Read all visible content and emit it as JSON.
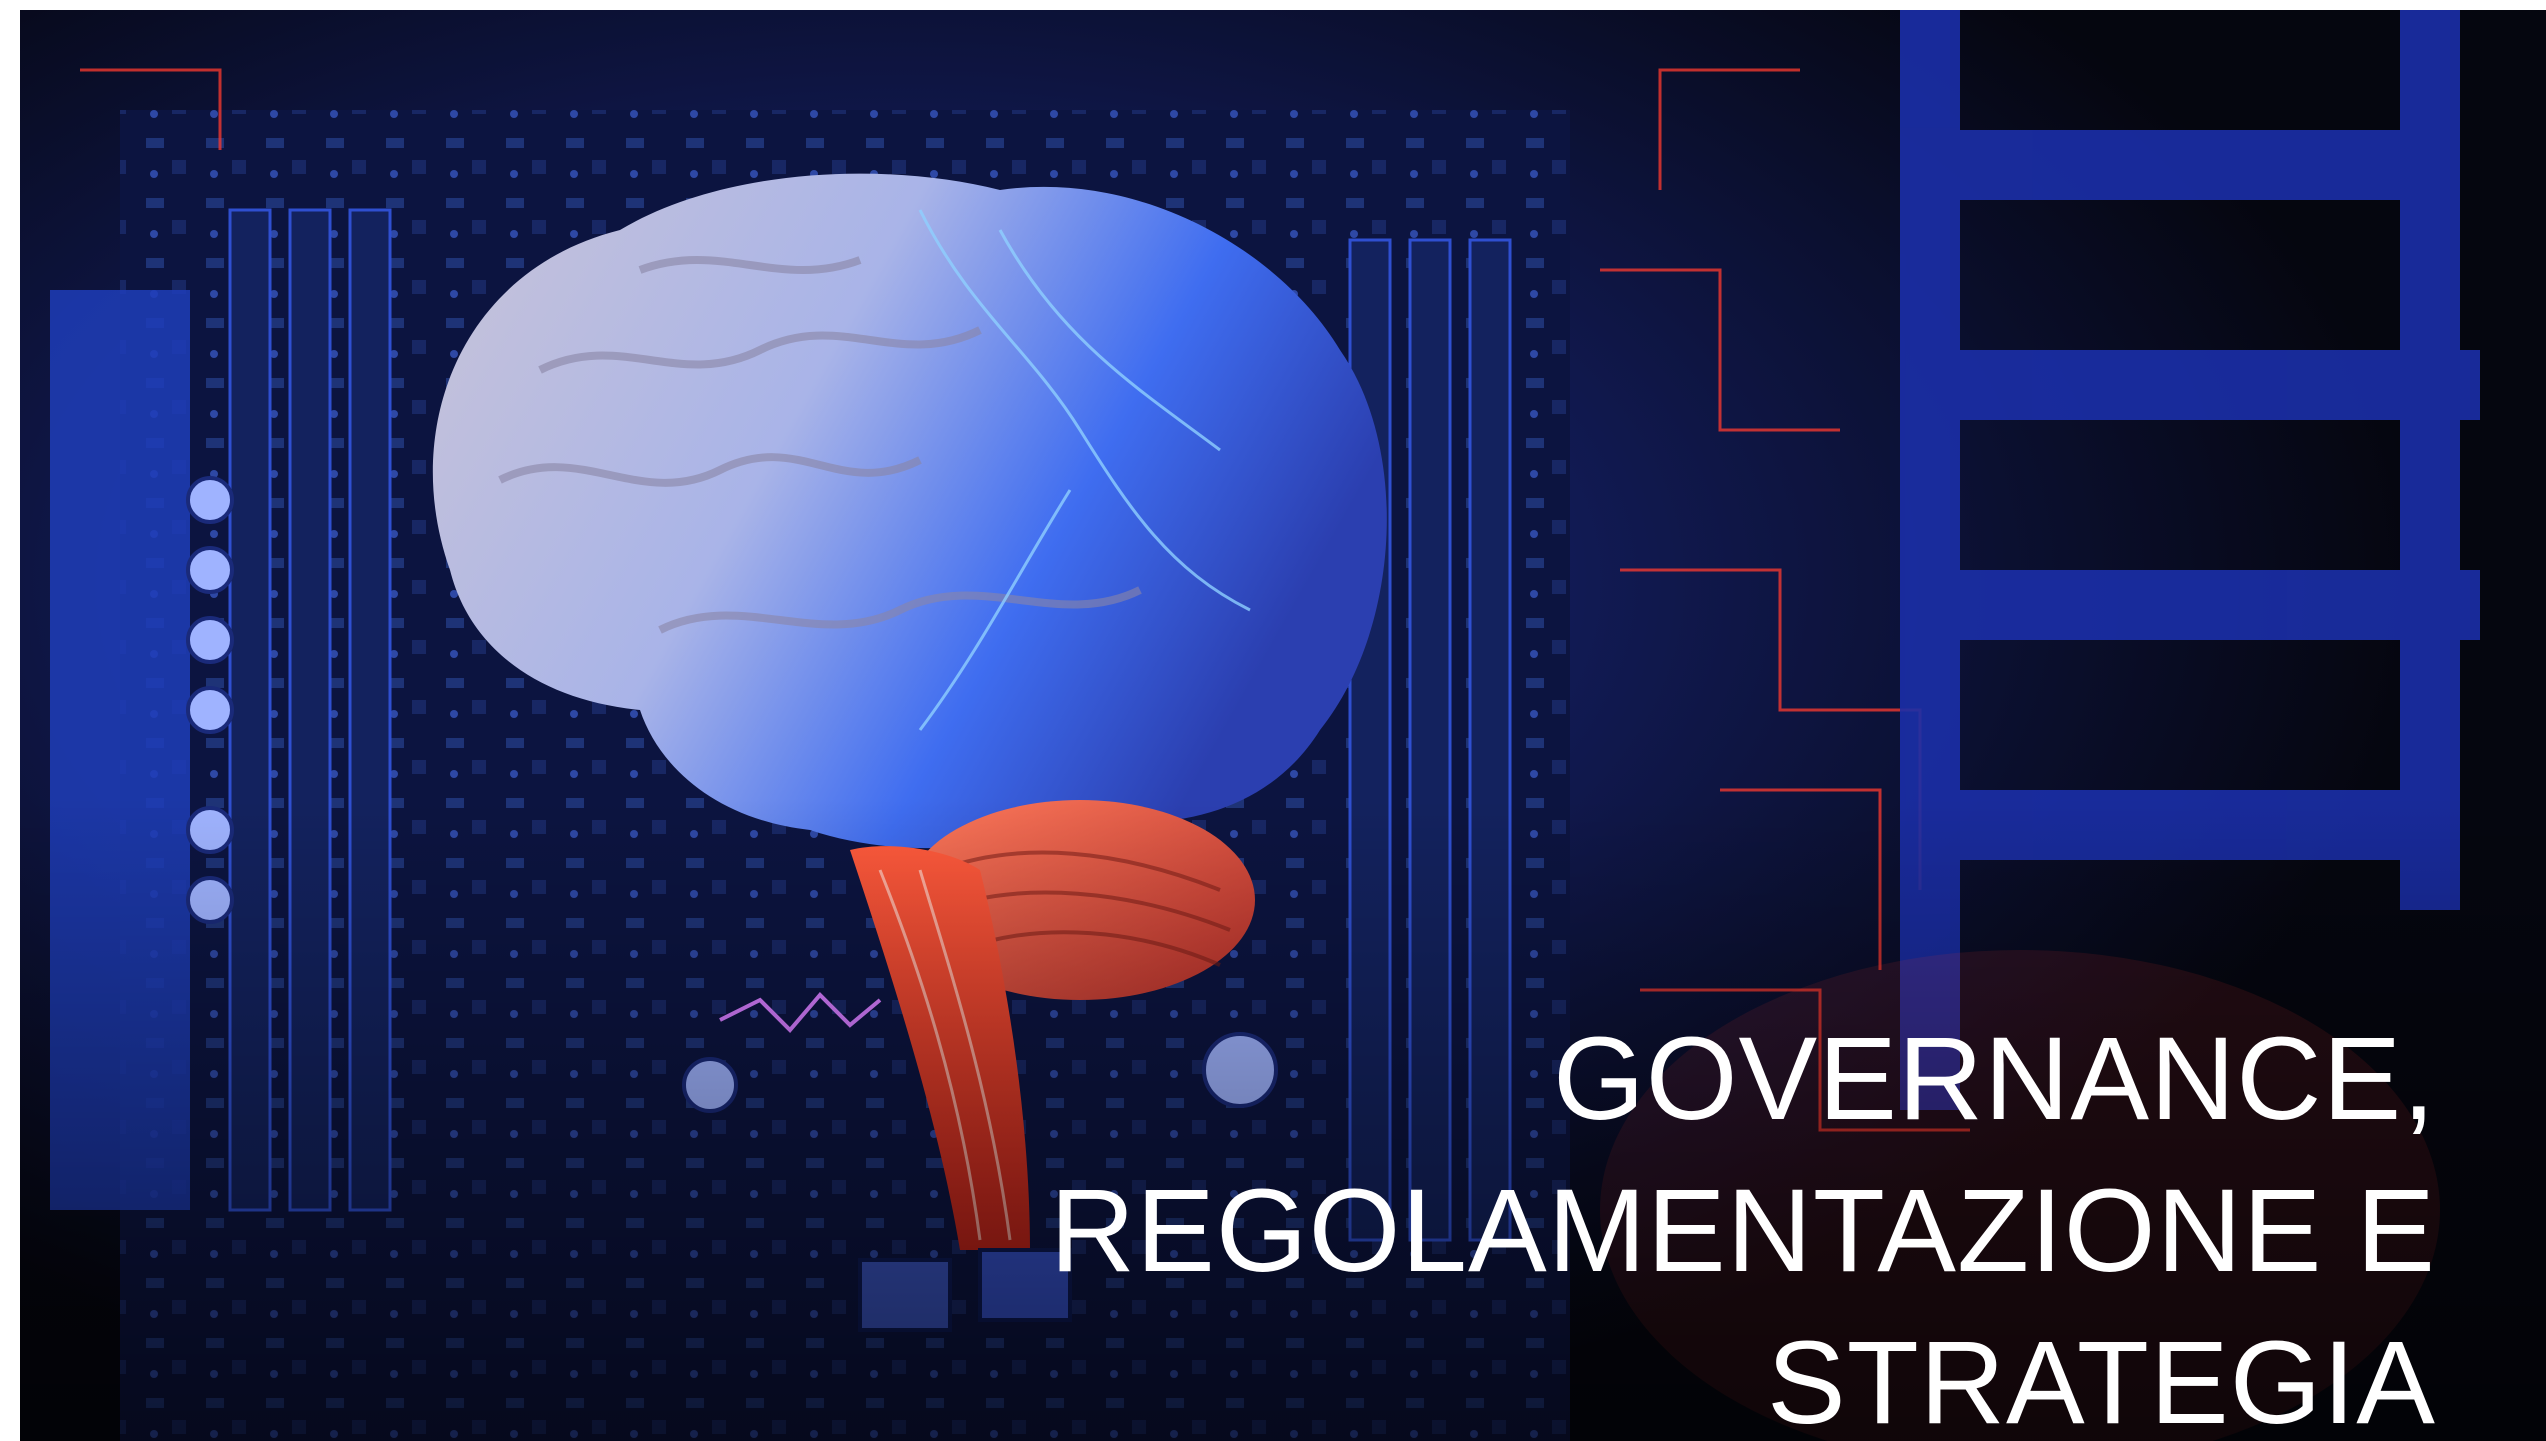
{
  "slide": {
    "image": {
      "description_icon": "brain-on-motherboard-image"
    },
    "title_lines": [
      "GOVERNANCE,",
      "REGOLAMENTAZIONE E",
      "STRATEGIA"
    ]
  },
  "colors": {
    "accent_blue": "#2a4dff",
    "accent_red": "#ff3b2f",
    "title_text": "#ffffff"
  }
}
